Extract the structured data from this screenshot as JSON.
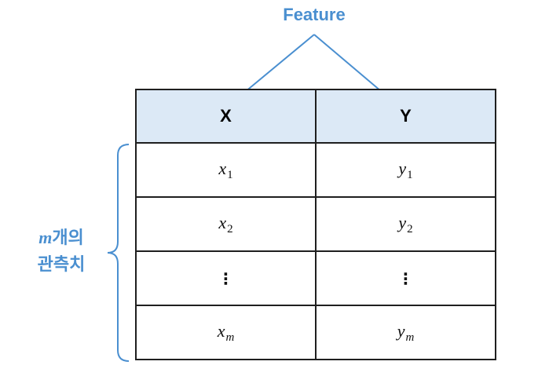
{
  "feature_label": "Feature",
  "observations_label": {
    "variable": "m",
    "text_line1": "개의",
    "text_line2": "관측치"
  },
  "table": {
    "headers": [
      "X",
      "Y"
    ],
    "rows": [
      {
        "x_var": "x",
        "x_sub": "1",
        "y_var": "y",
        "y_sub": "1"
      },
      {
        "x_var": "x",
        "x_sub": "2",
        "y_var": "y",
        "y_sub": "2"
      },
      {
        "x_dots": "⋮",
        "y_dots": "⋮"
      },
      {
        "x_var": "x",
        "x_sub": "m",
        "y_var": "y",
        "y_sub": "m"
      }
    ]
  },
  "colors": {
    "accent": "#4a8fd0",
    "header_bg": "#dce9f6",
    "border": "#1f1f1f"
  }
}
